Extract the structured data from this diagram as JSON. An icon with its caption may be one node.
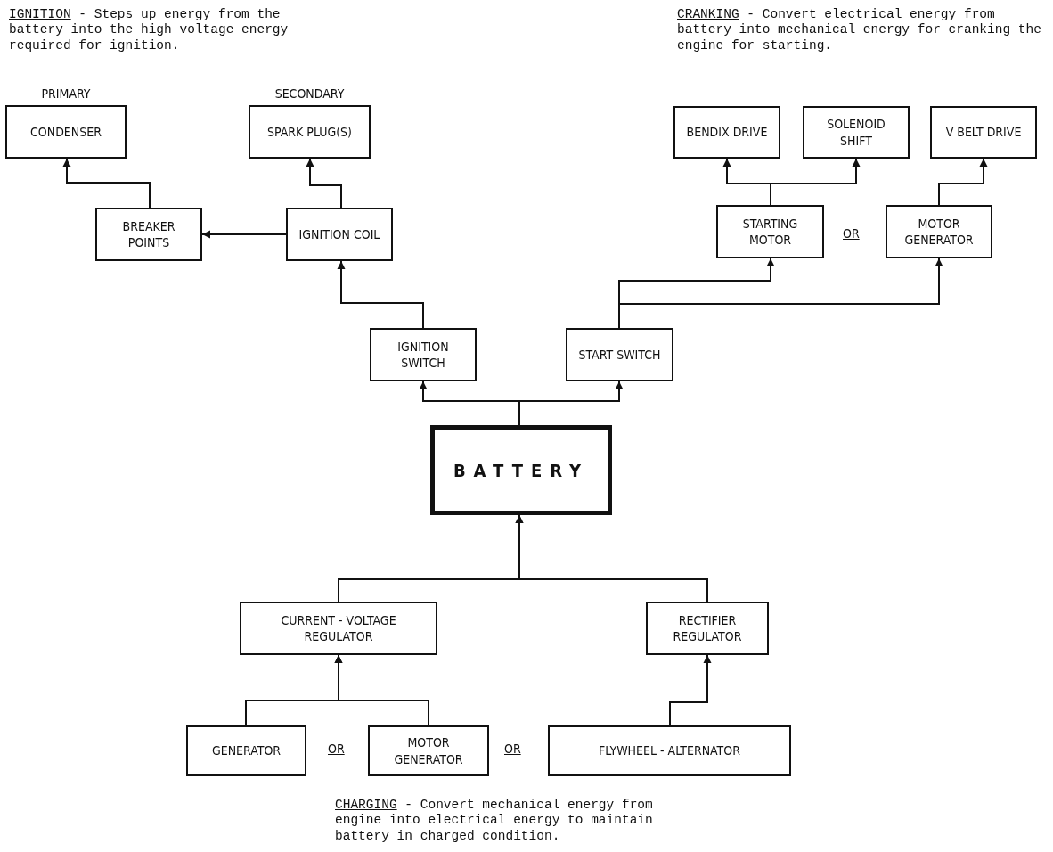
{
  "diagram": {
    "nodes": [
      {
        "text": [
          "CONDENSER"
        ],
        "beside": [
          "PRIMARY"
        ]
      },
      {
        "text": [
          "SPARK PLUG(S)"
        ],
        "beside": [
          "SECONDARY"
        ]
      },
      {
        "text": [
          "BENDIX DRIVE"
        ]
      },
      {
        "text": [
          "SOLENOID SHIFT"
        ]
      },
      {
        "text": [
          "V BELT DRIVE"
        ]
      },
      {
        "text": [
          "BREAKER POINTS"
        ]
      },
      {
        "text": [
          "IGNITION COIL"
        ]
      },
      {
        "text": [
          "STARTING MOTOR"
        ]
      },
      {
        "text": [
          "MOTOR GENERATOR"
        ]
      },
      {
        "text": [
          "IGNITION SWITCH"
        ]
      },
      {
        "text": [
          "START SWITCH"
        ]
      },
      {
        "text": [
          "BATTERY"
        ]
      },
      {
        "text": [
          "CURRENT - VOLTAGE REGULATOR"
        ]
      },
      {
        "text": [
          "RECTIFIER REGULATOR"
        ]
      },
      {
        "text": [
          "GENERATOR"
        ]
      },
      {
        "text": [
          "MOTOR GENERATOR"
        ]
      },
      {
        "text": [
          "FLYWHEEL - ALTERNATOR"
        ]
      }
    ],
    "edges": [
      {
        "from": 5,
        "to": 0,
        "arrow": "to"
      },
      {
        "from": 6,
        "to": 1,
        "arrow": "to"
      },
      {
        "from": 6,
        "to": 5,
        "arrow": "to"
      },
      {
        "from": 9,
        "to": 6,
        "arrow": "to"
      },
      {
        "from": 11,
        "to": 9,
        "arrow": "to"
      },
      {
        "from": 11,
        "to": 10,
        "arrow": "to"
      },
      {
        "from": 10,
        "to": 7,
        "arrow": "to"
      },
      {
        "from": 10,
        "to": 8,
        "arrow": "to"
      },
      {
        "from": 7,
        "to": 2,
        "arrow": "to"
      },
      {
        "from": 7,
        "to": 3,
        "arrow": "to"
      },
      {
        "from": 8,
        "to": 4,
        "arrow": "to"
      },
      {
        "from": 12,
        "to": 11,
        "arrow": "to"
      },
      {
        "from": 13,
        "to": 11,
        "arrow": "to"
      },
      {
        "from": 14,
        "to": 12,
        "arrow": "to"
      },
      {
        "from": 15,
        "to": 12,
        "arrow": "to"
      },
      {
        "from": 16,
        "to": 13,
        "arrow": "to"
      }
    ],
    "labels": [
      "IGNITION",
      "- Steps up energy from the battery into the high voltage energy required for ignition.",
      "CRANKING",
      "- Convert electrical energy from battery into mechanical energy for cranking the engine for starting.",
      "OR",
      "OR",
      "OR",
      "CHARGING",
      "- Convert mechanical energy from engine into electrical energy to maintain battery in charged condition."
    ]
  }
}
